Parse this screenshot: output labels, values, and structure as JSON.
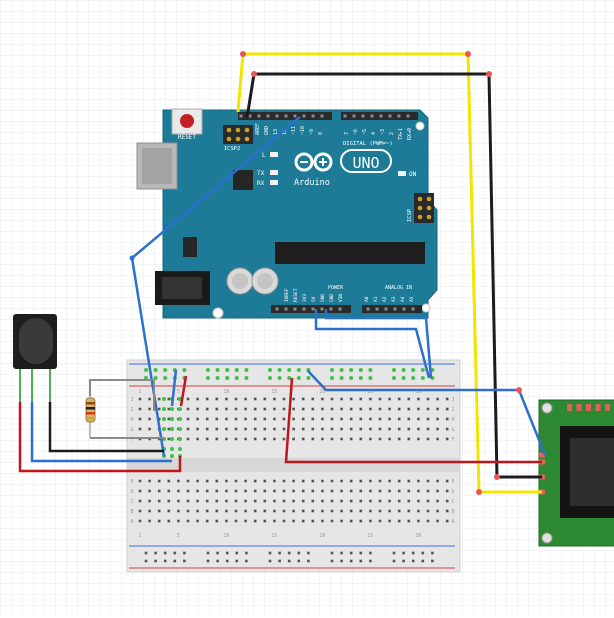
{
  "arduino": {
    "reset_label": "RESET",
    "icsp2_label": "ICSP2",
    "icsp_label": "ICSP",
    "aref_label": "AREF",
    "gnd_label": "GND",
    "pin13_label": "13",
    "pin12_label": "12",
    "pin11_label": "~11",
    "pin10_label": "~10",
    "pin9_label": "~9",
    "pin8_label": "8",
    "pin7_label": "7",
    "pin6_label": "~6",
    "pin5_label": "~5",
    "pin4_label": "4",
    "pin3_label": "~3",
    "pin2_label": "2",
    "pin1_label": "TX▸1",
    "pin0_label": "RX◂0",
    "digital_label": "DIGITAL (PWM=~)",
    "l_label": "L",
    "tx_label": "TX",
    "rx_label": "RX",
    "uno_label": "UNO",
    "brand_label": "Arduino",
    "on_label": "ON",
    "power_label": "POWER",
    "ioref_label": "IOREF",
    "reset_pin_label": "RESET",
    "v33_label": "3V3",
    "v5_label": "5V",
    "gnd1_label": "GND",
    "gnd2_label": "GND",
    "vin_label": "VIN",
    "analog_label": "ANALOG IN",
    "a0_label": "A0",
    "a1_label": "A1",
    "a2_label": "A2",
    "a3_label": "A3",
    "a4_label": "A4",
    "a5_label": "A5"
  },
  "breadboard": {
    "col_numbers": [
      "1",
      "5",
      "10",
      "15",
      "20",
      "25",
      "30"
    ],
    "row_letters_top": [
      "J",
      "I",
      "H",
      "G",
      "F"
    ],
    "row_letters_bottom": [
      "E",
      "D",
      "C",
      "B",
      "A"
    ]
  },
  "colors": {
    "wire_yellow": "#f2e500",
    "wire_black": "#1c1c1c",
    "wire_blue": "#2c6fcf",
    "wire_red": "#c0151a",
    "wire_gray": "#8a8a8a",
    "board_teal": "#1d7b97",
    "lcd_green": "#2d8a33",
    "breadboard": "#eaeaea"
  }
}
